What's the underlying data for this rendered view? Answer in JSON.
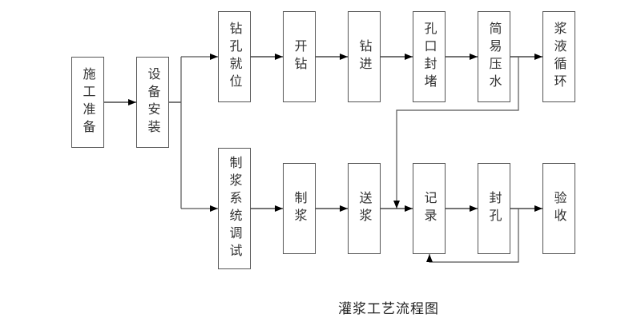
{
  "title": "灌浆工艺流程图",
  "nodes": {
    "prep": {
      "label": "施工准备"
    },
    "install": {
      "label": "设备安装"
    },
    "position": {
      "label": "钻孔就位"
    },
    "start_drill": {
      "label": "开钻"
    },
    "drill": {
      "label": "钻进"
    },
    "plug": {
      "label": "孔口封堵"
    },
    "water_test": {
      "label": "简易压水"
    },
    "circulate": {
      "label": "浆液循环"
    },
    "debug": {
      "label": "制浆系统调试"
    },
    "mix": {
      "label": "制浆"
    },
    "feed": {
      "label": "送浆"
    },
    "record": {
      "label": "记录"
    },
    "seal": {
      "label": "封孔"
    },
    "accept": {
      "label": "验收"
    }
  },
  "edges": [
    {
      "from": "prep",
      "to": "install"
    },
    {
      "from": "install",
      "to": "position"
    },
    {
      "from": "install",
      "to": "debug"
    },
    {
      "from": "position",
      "to": "start_drill"
    },
    {
      "from": "start_drill",
      "to": "drill"
    },
    {
      "from": "drill",
      "to": "plug"
    },
    {
      "from": "plug",
      "to": "water_test"
    },
    {
      "from": "water_test",
      "to": "circulate"
    },
    {
      "from": "water_test",
      "to": "record"
    },
    {
      "from": "debug",
      "to": "mix"
    },
    {
      "from": "mix",
      "to": "feed"
    },
    {
      "from": "feed",
      "to": "record"
    },
    {
      "from": "record",
      "to": "seal"
    },
    {
      "from": "seal",
      "to": "accept"
    },
    {
      "from": "seal",
      "to": "record"
    }
  ],
  "colors": {
    "line": "#555555",
    "arrow": "#000000",
    "text": "#333333"
  }
}
